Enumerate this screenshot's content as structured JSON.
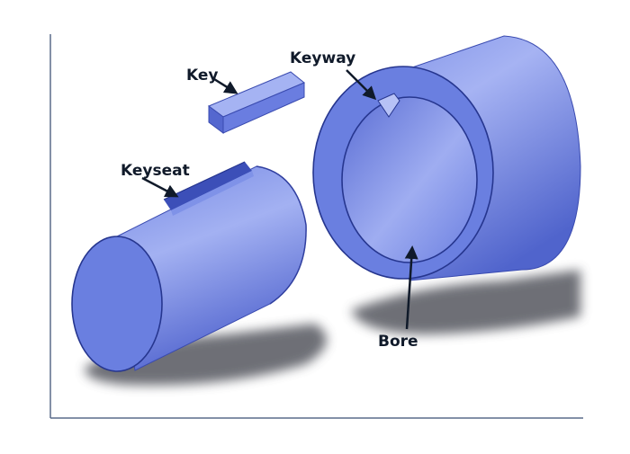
{
  "labels": {
    "key": "Key",
    "keyway": "Keyway",
    "keyseat": "Keyseat",
    "bore": "Bore"
  },
  "colors": {
    "body_light": "#8ea0ee",
    "body_mid": "#6f82e2",
    "body_dark": "#4b5fc6",
    "end_face": "#6a7fe0",
    "edge": "#26368f",
    "shadow": "#55575e",
    "frame": "#5a6b8a",
    "text": "#101a2a"
  }
}
